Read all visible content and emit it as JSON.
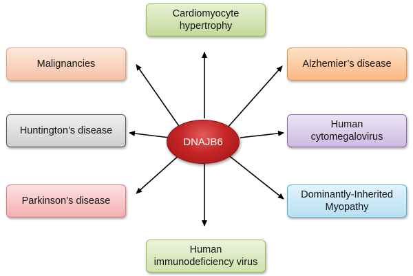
{
  "center": {
    "label": "DNAJB6",
    "color": "#c52626"
  },
  "nodes": [
    {
      "id": "cardiomyocyte",
      "label": "Cardiomyocyte\nhypertrophy",
      "fill_top": "#e6f0d3",
      "fill_bottom": "#c4da9a",
      "border": "#9bbb59"
    },
    {
      "id": "malignancies",
      "label": "Malignancies",
      "fill_top": "#fde8dc",
      "fill_bottom": "#f5c3a7",
      "border": "#e6a07a"
    },
    {
      "id": "alzheimers",
      "label": "Alzhemier’s disease",
      "fill_top": "#fde0c7",
      "fill_bottom": "#f9b984",
      "border": "#e69547"
    },
    {
      "id": "huntingtons",
      "label": "Huntington’s disease",
      "fill_top": "#f0f0f0",
      "fill_bottom": "#cfcfcf",
      "border": "#555555"
    },
    {
      "id": "cmv",
      "label": "Human\ncytomegalovirus",
      "fill_top": "#ece4f4",
      "fill_bottom": "#cdbbe2",
      "border": "#8a6db3"
    },
    {
      "id": "parkinsons",
      "label": "Parkinson’s disease",
      "fill_top": "#fde0e0",
      "fill_bottom": "#f4b0b0",
      "border": "#d98080"
    },
    {
      "id": "myopathy",
      "label": "Dominantly-Inherited\nMyopathy",
      "fill_top": "#e3f3fb",
      "fill_bottom": "#b7e0f2",
      "border": "#5fb0d6"
    },
    {
      "id": "hiv",
      "label": "Human\nimmunodeficiency virus",
      "fill_top": "#eaf4dc",
      "fill_bottom": "#cfe3ae",
      "border": "#9bbb59"
    }
  ],
  "edge_color": "#000000"
}
